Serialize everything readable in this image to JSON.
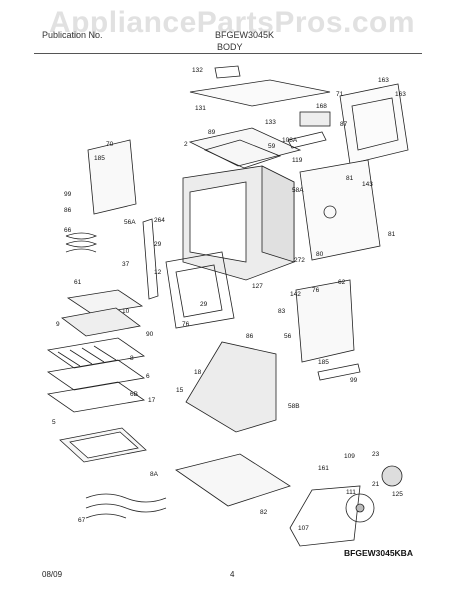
{
  "watermark": "AppliancePartsPros.com",
  "header": {
    "left": "Publication No.",
    "right": "BFGEW3045K",
    "section": "BODY"
  },
  "footer": {
    "date": "08/09",
    "page": "4"
  },
  "diagram": {
    "code": "BFGEW3045KBA",
    "callouts": [
      "132",
      "131",
      "163",
      "163",
      "71",
      "168",
      "87",
      "108A",
      "133",
      "89",
      "2",
      "59",
      "119",
      "58A",
      "81",
      "143",
      "185",
      "70",
      "99",
      "86",
      "264",
      "56A",
      "66",
      "29",
      "12",
      "37",
      "61",
      "9",
      "10",
      "127",
      "29",
      "76",
      "86",
      "76",
      "142",
      "83",
      "62",
      "272",
      "80",
      "81",
      "56",
      "90",
      "18",
      "8",
      "6",
      "17",
      "6B",
      "15",
      "185",
      "99",
      "58B",
      "5",
      "8A",
      "67",
      "82",
      "107",
      "161",
      "109",
      "111",
      "21",
      "125",
      "23"
    ]
  }
}
